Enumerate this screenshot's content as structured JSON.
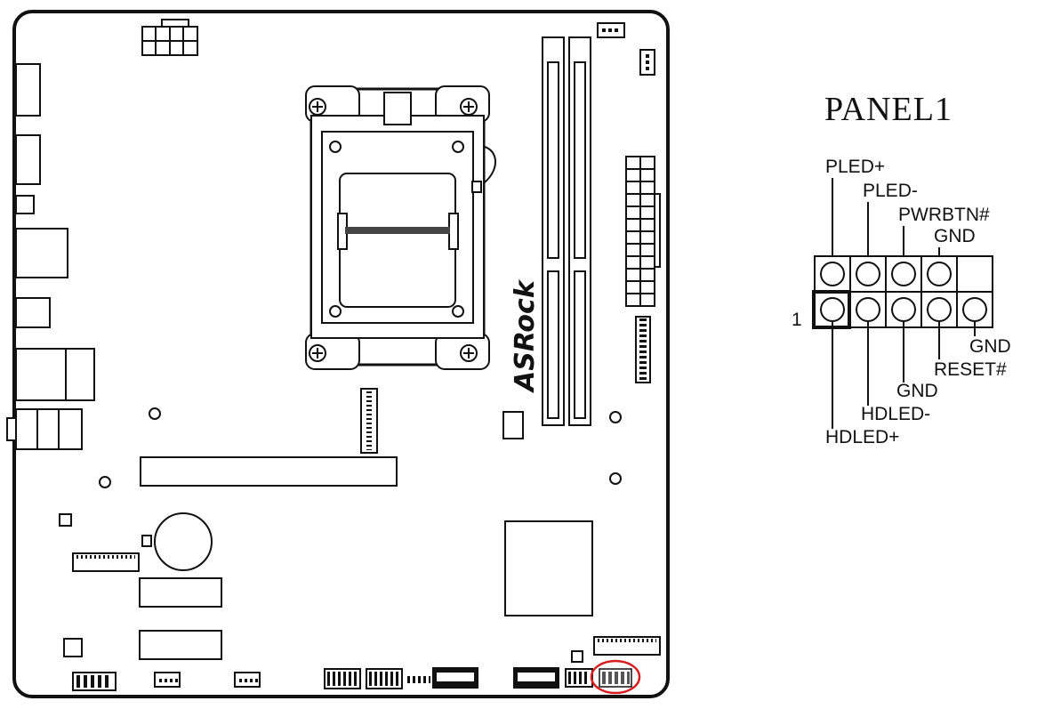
{
  "board": {
    "brand": "ASRock"
  },
  "panel": {
    "title": "PANEL1",
    "pin1_label": "1",
    "top_labels": [
      "PLED+",
      "PLED-",
      "PWRBTN#",
      "GND"
    ],
    "bottom_labels": [
      "HDLED+",
      "HDLED-",
      "GND",
      "RESET#",
      "GND"
    ]
  },
  "highlight": {
    "color": "#d62020"
  }
}
